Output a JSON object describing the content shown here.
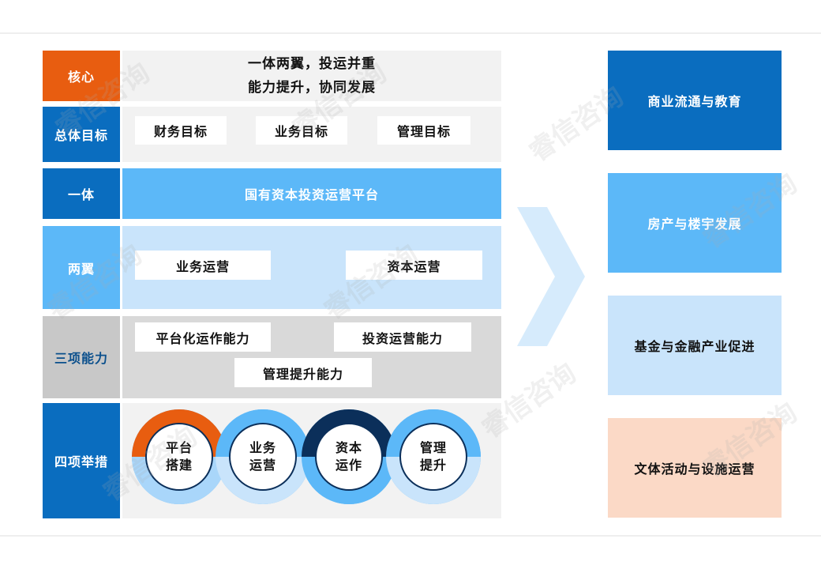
{
  "rows": {
    "core": {
      "label": "核心",
      "line1": "一体两翼，投运并重",
      "line2": "能力提升，协同发展"
    },
    "overall": {
      "label": "总体目标",
      "items": [
        "财务目标",
        "业务目标",
        "管理目标"
      ]
    },
    "one": {
      "label": "一体",
      "text": "国有资本投资运营平台"
    },
    "two_wings": {
      "label": "两翼",
      "items": [
        "业务运营",
        "资本运营"
      ]
    },
    "three_abilities": {
      "label": "三项能力",
      "items": [
        "平台化运作能力",
        "投资运营能力",
        "管理提升能力"
      ]
    },
    "four_measures": {
      "label": "四项举措",
      "circles": [
        {
          "top": "平台",
          "bottom": "搭建"
        },
        {
          "top": "业务",
          "bottom": "运营"
        },
        {
          "top": "资本",
          "bottom": "运作"
        },
        {
          "top": "管理",
          "bottom": "提升"
        }
      ]
    }
  },
  "right_boxes": [
    "商业流通与教育",
    "房产与楼宇发展",
    "基金与金融产业促进",
    "文体活动与设施运营"
  ],
  "watermark": "睿信咨询",
  "colors": {
    "orange": "#e85d10",
    "blue_dark": "#0a6dbf",
    "blue_mid": "#5cb8f8",
    "blue_light": "#c9e4fb",
    "gray": "#c8c8c8",
    "navy": "#0b2f5a",
    "peach": "#fbd9c6"
  }
}
